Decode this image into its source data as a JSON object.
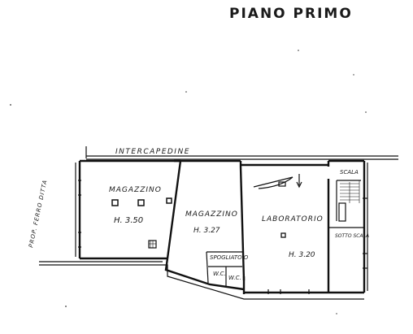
{
  "title": "PIANO PRIMO",
  "labels": {
    "intercapedine": "INTERCAPEDINE",
    "left_side": "PROP. FERRO DITTA",
    "scala": "SCALA",
    "magazzino_1": "MAGAZZINO",
    "magazzino_1_height": "H. 3.50",
    "magazzino_2": "MAGAZZINO",
    "magazzino_2_height": "H. 3.27",
    "laboratorio": "LABORATORIO",
    "laboratorio_height": "H. 3.20",
    "sottoscala": "SOTTO SCALA",
    "spogliatoio": "SPOGLIATOIO",
    "wc_1": "W.C.",
    "wc_2": "W.C."
  }
}
